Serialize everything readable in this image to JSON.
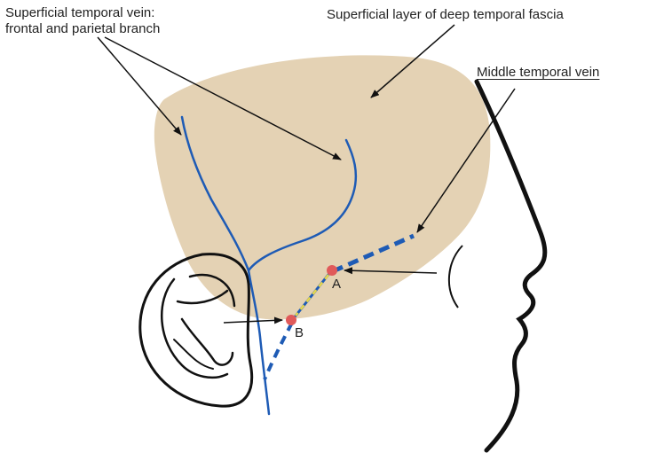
{
  "labels": {
    "superficial_temporal_vein_line1": "Superficial temporal vein:",
    "superficial_temporal_vein_line2": "frontal and parietal branch",
    "fascia": "Superficial layer of deep temporal fascia",
    "middle_temporal_vein": "Middle temporal vein",
    "point_a": "A",
    "point_b": "B"
  },
  "colors": {
    "fascia_fill": "#e4d2b4",
    "vein": "#1e5bb5",
    "point": "#e05a5a",
    "connector": "#e8d84a",
    "outline": "#111111",
    "text": "#222222"
  }
}
